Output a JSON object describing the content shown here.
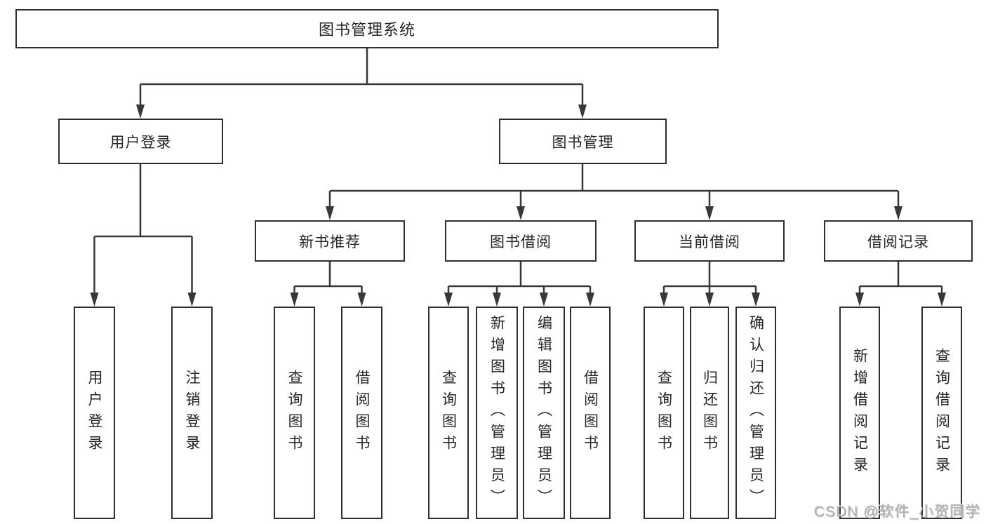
{
  "diagram": {
    "root": {
      "label": "图书管理系统"
    },
    "user_login": {
      "label": "用户登录",
      "children": [
        {
          "label": "用户登录"
        },
        {
          "label": "注销登录"
        }
      ]
    },
    "book_management": {
      "label": "图书管理",
      "children": [
        {
          "label": "新书推荐",
          "children": [
            {
              "label": "查询图书"
            },
            {
              "label": "借阅图书"
            }
          ]
        },
        {
          "label": "图书借阅",
          "children": [
            {
              "label": "查询图书"
            },
            {
              "label": "新增图书（管理员）"
            },
            {
              "label": "编辑图书（管理员）"
            },
            {
              "label": "借阅图书"
            }
          ]
        },
        {
          "label": "当前借阅",
          "children": [
            {
              "label": "查询图书"
            },
            {
              "label": "归还图书"
            },
            {
              "label": "确认归还（管理员）"
            }
          ]
        },
        {
          "label": "借阅记录",
          "children": [
            {
              "label": "新增借阅记录"
            },
            {
              "label": "查询借阅记录"
            }
          ]
        }
      ]
    }
  },
  "watermark": {
    "text": "CSDN @软件_小贺同学"
  },
  "colors": {
    "page_background": "#ffffff",
    "box_background": "#ffffff",
    "box_border": "#2f2f2f",
    "line": "#383838",
    "text": "#262626",
    "watermark": "#b3b3b3"
  }
}
